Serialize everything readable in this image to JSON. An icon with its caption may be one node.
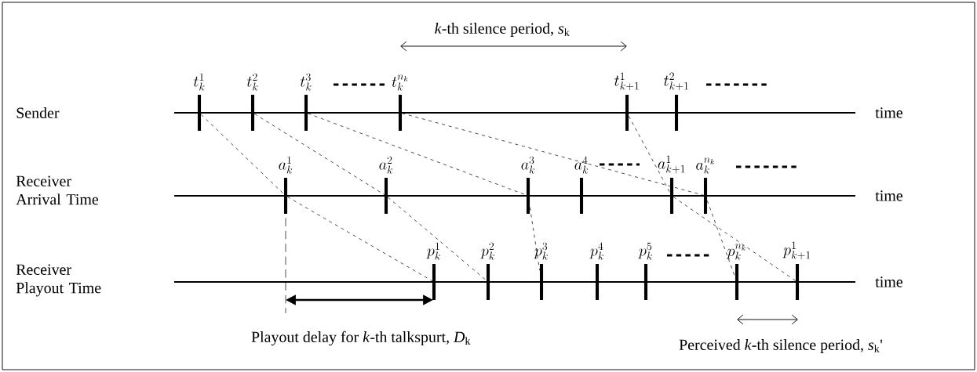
{
  "diagram": {
    "nodes": [
      {
        "text": [
          "t_{k}^{1}"
        ]
      },
      {
        "text": [
          "t_{k}^{2}"
        ]
      },
      {
        "text": [
          "t_{k}^{3}"
        ]
      },
      {
        "text": [
          "t_{k}^{n_{k}}"
        ]
      },
      {
        "text": [
          "t_{k+1}^{1}"
        ]
      },
      {
        "text": [
          "t_{k+1}^{2}"
        ]
      },
      {
        "text": [
          "a_{k}^{1}"
        ]
      },
      {
        "text": [
          "a_{k}^{2}"
        ]
      },
      {
        "text": [
          "a_{k}^{3}"
        ]
      },
      {
        "text": [
          "a_{k}^{4}"
        ]
      },
      {
        "text": [
          "a_{k+1}^{1}"
        ]
      },
      {
        "text": [
          "a_{k}^{n_{k}}"
        ]
      },
      {
        "text": [
          "p_{k}^{1}"
        ]
      },
      {
        "text": [
          "p_{k}^{2}"
        ]
      },
      {
        "text": [
          "p_{k}^{3}"
        ]
      },
      {
        "text": [
          "p_{k}^{4}"
        ]
      },
      {
        "text": [
          "p_{k}^{5}"
        ]
      },
      {
        "text": [
          "p_{k}^{n_{k}}"
        ]
      },
      {
        "text": [
          "p_{k+1}^{1}"
        ]
      }
    ],
    "edges": [
      {
        "from": 0,
        "to": 6,
        "arrow": "none",
        "style": "dashed"
      },
      {
        "from": 1,
        "to": 7,
        "arrow": "none",
        "style": "dashed"
      },
      {
        "from": 2,
        "to": 8,
        "arrow": "none",
        "style": "dashed"
      },
      {
        "from": 3,
        "to": 11,
        "arrow": "none",
        "style": "dashed"
      },
      {
        "from": 4,
        "to": 10,
        "arrow": "none",
        "style": "dashed"
      },
      {
        "from": 6,
        "to": 12,
        "arrow": "none",
        "style": "dashed"
      },
      {
        "from": 7,
        "to": 13,
        "arrow": "none",
        "style": "dashed"
      },
      {
        "from": 8,
        "to": 14,
        "arrow": "none",
        "style": "dashed"
      },
      {
        "from": 11,
        "to": 17,
        "arrow": "none",
        "style": "dashed"
      },
      {
        "from": 10,
        "to": 18,
        "arrow": "none",
        "style": "dashed"
      }
    ],
    "labels": [
      "Sender",
      "Receiver Arrival Time",
      "Receiver Playout Time",
      "time",
      "time",
      "time",
      "*k*-th silence period, *s*$_{k}$",
      "Playout delay for *k*-th talkspurt, *D*$_{k}$",
      "Perceived *k*-th silence period, *s*$_{k}$'"
    ]
  }
}
